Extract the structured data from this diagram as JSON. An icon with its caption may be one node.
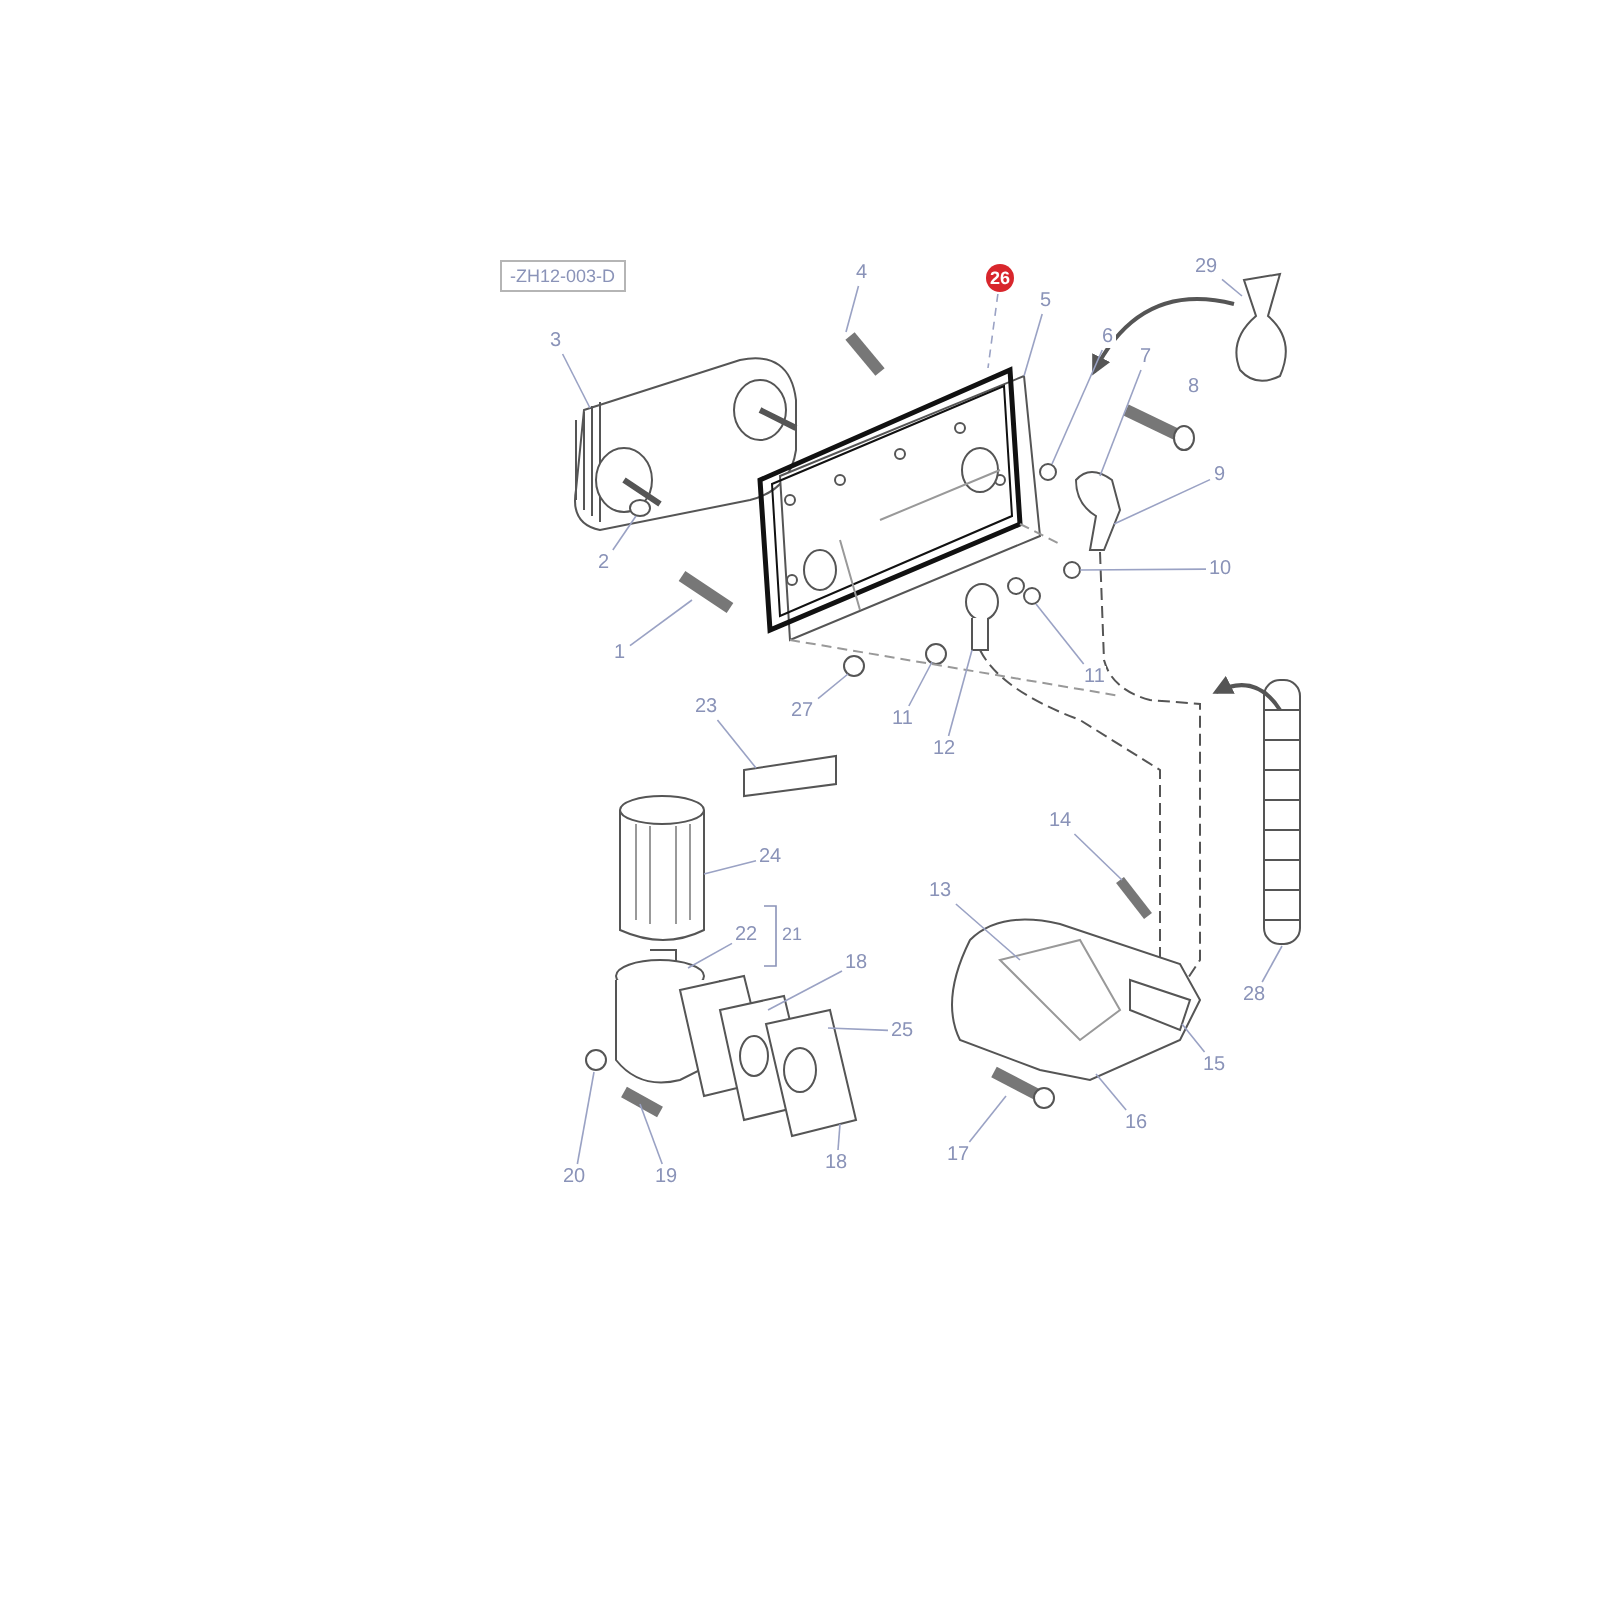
{
  "diagram": {
    "nodes": [
      {
        "text": [
          "4"
        ]
      },
      {
        "text": [
          "26"
        ]
      },
      {
        "text": [
          "29"
        ]
      },
      {
        "text": [
          "3"
        ]
      },
      {
        "text": [
          "5"
        ]
      },
      {
        "text": [
          "6"
        ]
      },
      {
        "text": [
          "7"
        ]
      },
      {
        "text": [
          "8"
        ]
      },
      {
        "text": [
          "9"
        ]
      },
      {
        "text": [
          "2"
        ]
      },
      {
        "text": [
          "10"
        ]
      },
      {
        "text": [
          "1"
        ]
      },
      {
        "text": [
          "23"
        ]
      },
      {
        "text": [
          "27"
        ]
      },
      {
        "text": [
          "11"
        ]
      },
      {
        "text": [
          "11"
        ]
      },
      {
        "text": [
          "12"
        ]
      },
      {
        "text": [
          "14"
        ]
      },
      {
        "text": [
          "24"
        ]
      },
      {
        "text": [
          "13"
        ]
      },
      {
        "text": [
          "22"
        ]
      },
      {
        "text": [
          "18"
        ]
      },
      {
        "text": [
          "25"
        ]
      },
      {
        "text": [
          "15"
        ]
      },
      {
        "text": [
          "16"
        ]
      },
      {
        "text": [
          "20"
        ]
      },
      {
        "text": [
          "19"
        ]
      },
      {
        "text": [
          "18"
        ]
      },
      {
        "text": [
          "17"
        ]
      },
      {
        "text": [
          "28"
        ]
      }
    ],
    "edges": [
      {
        "from": 0,
        "to": null,
        "arrow": "none"
      },
      {
        "from": 1,
        "to": null,
        "arrow": "none",
        "style": "dashed"
      },
      {
        "from": 2,
        "to": null,
        "arrow": "none"
      },
      {
        "from": 3,
        "to": null,
        "arrow": "none"
      },
      {
        "from": 4,
        "to": null,
        "arrow": "none"
      },
      {
        "from": 5,
        "to": null,
        "arrow": "none"
      },
      {
        "from": 6,
        "to": null,
        "arrow": "none"
      },
      {
        "from": 8,
        "to": null,
        "arrow": "none"
      },
      {
        "from": 9,
        "to": null,
        "arrow": "none"
      },
      {
        "from": 10,
        "to": null,
        "arrow": "none"
      },
      {
        "from": 11,
        "to": null,
        "arrow": "none"
      },
      {
        "from": 12,
        "to": null,
        "arrow": "none"
      },
      {
        "from": 13,
        "to": null,
        "arrow": "none"
      },
      {
        "from": 14,
        "to": null,
        "arrow": "none"
      },
      {
        "from": 15,
        "to": null,
        "arrow": "none"
      },
      {
        "from": 16,
        "to": null,
        "arrow": "none"
      },
      {
        "from": 17,
        "to": null,
        "arrow": "none"
      },
      {
        "from": 18,
        "to": null,
        "arrow": "none"
      },
      {
        "from": 19,
        "to": null,
        "arrow": "none"
      },
      {
        "from": 20,
        "to": null,
        "arrow": "none"
      },
      {
        "from": 21,
        "to": null,
        "arrow": "none"
      },
      {
        "from": 22,
        "to": null,
        "arrow": "none"
      },
      {
        "from": 23,
        "to": null,
        "arrow": "none"
      },
      {
        "from": 24,
        "to": null,
        "arrow": "none"
      },
      {
        "from": 25,
        "to": null,
        "arrow": "none"
      },
      {
        "from": 26,
        "to": null,
        "arrow": "none"
      },
      {
        "from": 27,
        "to": null,
        "arrow": "none"
      },
      {
        "from": 28,
        "to": null,
        "arrow": "none"
      },
      {
        "from": 29,
        "to": null,
        "arrow": "none"
      }
    ],
    "labels": [
      "-ZH12-003-D",
      "21"
    ]
  }
}
